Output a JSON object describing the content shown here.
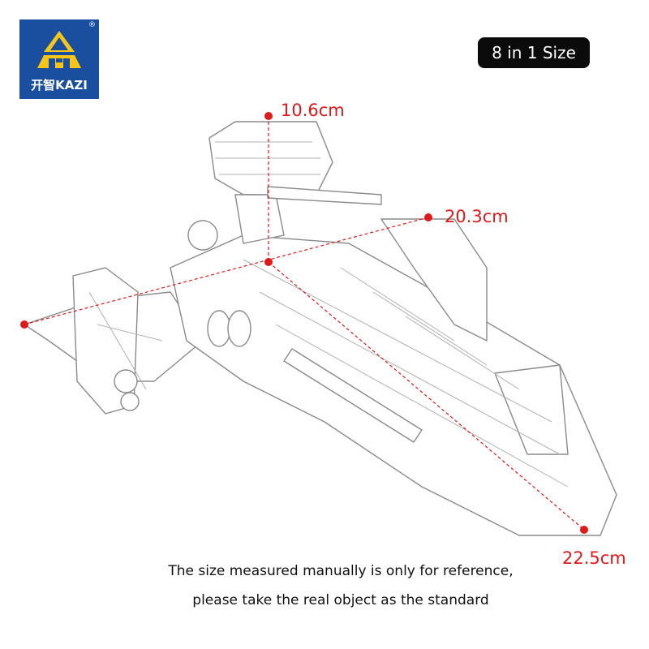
{
  "brand": {
    "name": "开智KAZI",
    "registered_mark": "®",
    "color": "#1a4fa0",
    "accent": "#f5c518"
  },
  "badge": {
    "label": "8 in 1 Size"
  },
  "dimensions": {
    "height_label": "10.6cm",
    "width_label": "20.3cm",
    "length_label": "22.5cm",
    "marker_color": "#e0191b"
  },
  "caption": {
    "line1": "The size measured manually is only for reference,",
    "line2": "please take the real object as the standard"
  }
}
